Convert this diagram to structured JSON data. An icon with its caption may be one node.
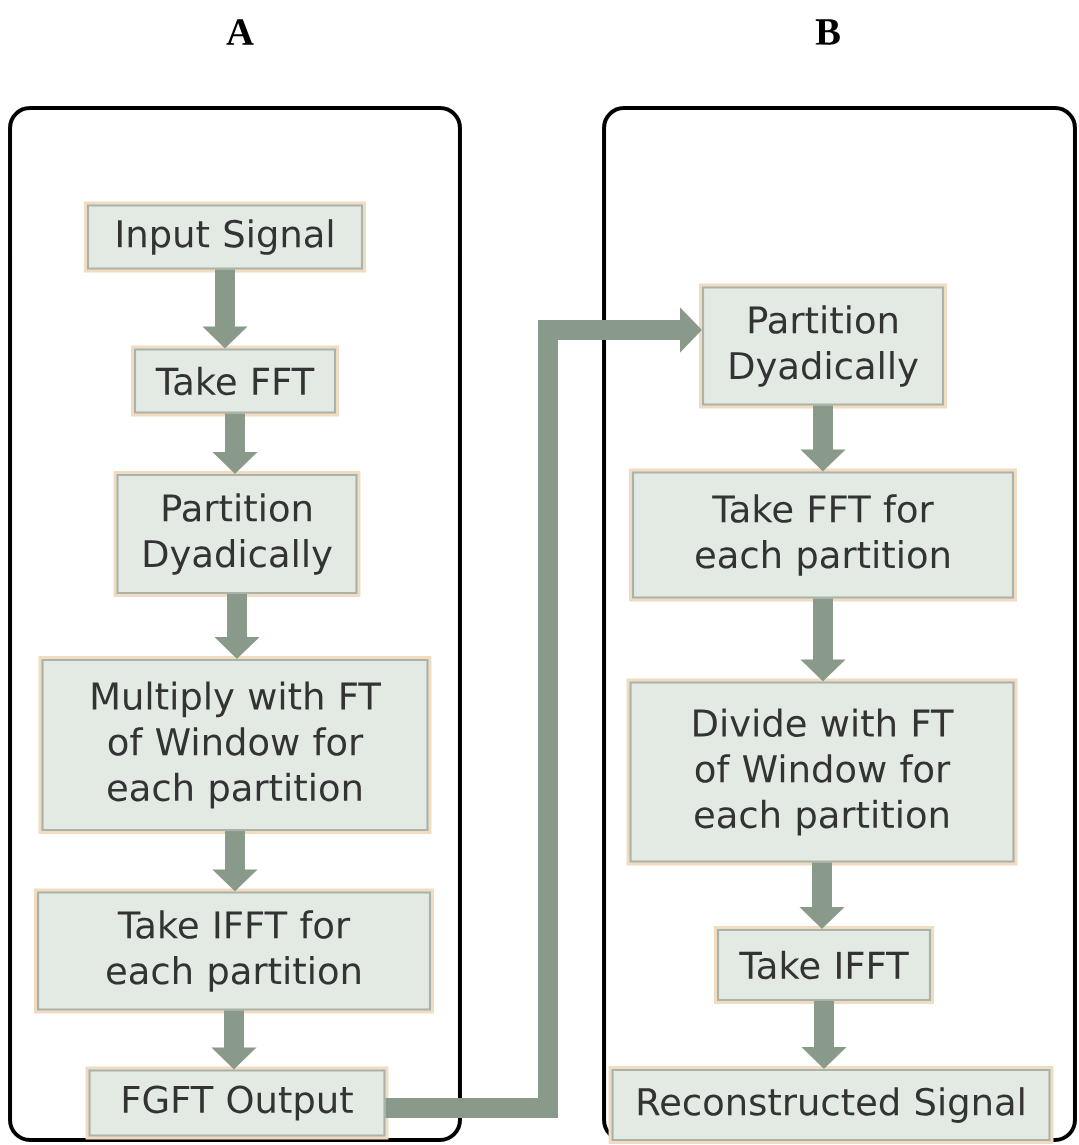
{
  "diagram": {
    "nodes": [
      {
        "text": [
          "A"
        ]
      },
      {
        "text": [
          "Input Signal"
        ],
        "in": 0
      },
      {
        "text": [
          "Take FFT"
        ],
        "in": 0
      },
      {
        "text": [
          "Partition Dyadically"
        ],
        "in": 0
      },
      {
        "text": [
          "Multiply with FT of Window for each partition"
        ],
        "in": 0
      },
      {
        "text": [
          "Take IFFT for each partition"
        ],
        "in": 0
      },
      {
        "text": [
          "FGFT Output"
        ],
        "in": 0
      },
      {
        "text": [
          "B"
        ]
      },
      {
        "text": [
          "Partition Dyadically"
        ],
        "in": 7
      },
      {
        "text": [
          "Take FFT for each partition"
        ],
        "in": 7
      },
      {
        "text": [
          "Divide with FT of Window for each partition"
        ],
        "in": 7
      },
      {
        "text": [
          "Take IFFT"
        ],
        "in": 7
      },
      {
        "text": [
          "Reconstructed Signal"
        ],
        "in": 7
      }
    ],
    "edges": [
      {
        "from": 1,
        "to": 2,
        "arrow": "to"
      },
      {
        "from": 2,
        "to": 3,
        "arrow": "to"
      },
      {
        "from": 3,
        "to": 4,
        "arrow": "to"
      },
      {
        "from": 4,
        "to": 5,
        "arrow": "to"
      },
      {
        "from": 5,
        "to": 6,
        "arrow": "to"
      },
      {
        "from": 6,
        "to": 8,
        "arrow": "to"
      },
      {
        "from": 8,
        "to": 9,
        "arrow": "to"
      },
      {
        "from": 9,
        "to": 10,
        "arrow": "to"
      },
      {
        "from": 10,
        "to": 11,
        "arrow": "to"
      },
      {
        "from": 11,
        "to": 12,
        "arrow": "to"
      }
    ]
  }
}
